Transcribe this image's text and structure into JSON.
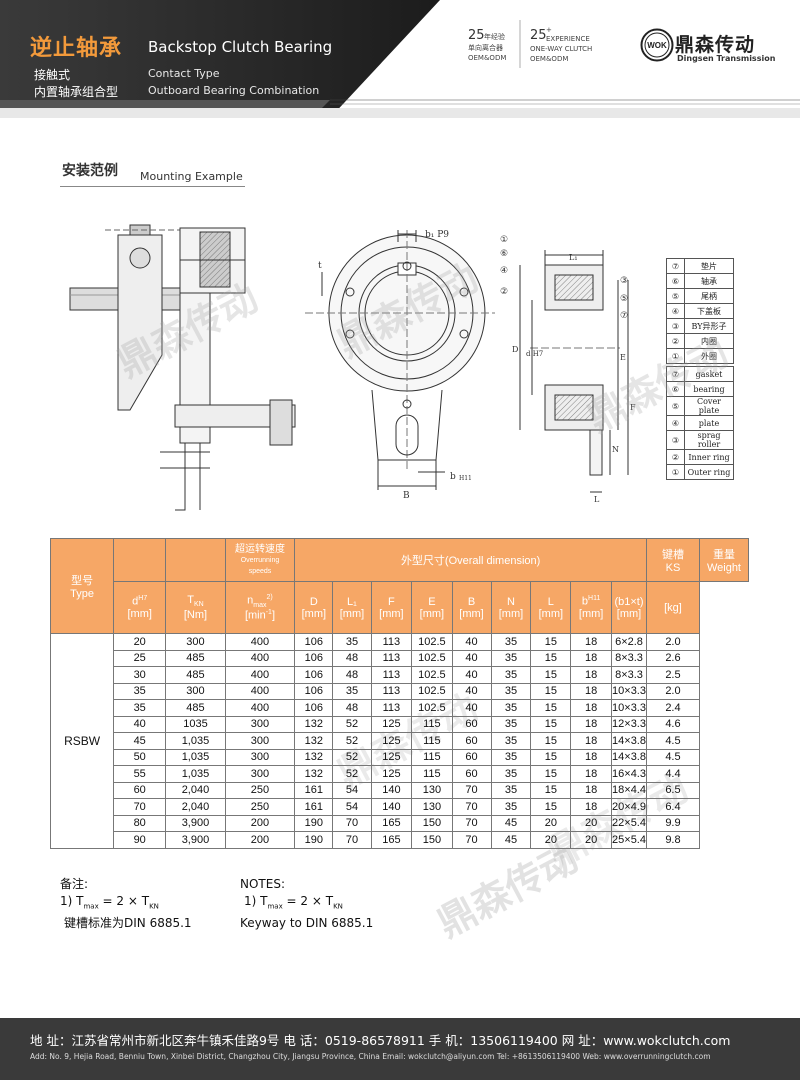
{
  "header": {
    "title_zh": "逆止轴承",
    "title_en": "Backstop Clutch Bearing",
    "sub1_zh": "接触式",
    "sub2_zh": "内置轴承组合型",
    "sub1_en": "Contact Type",
    "sub2_en": "Outboard Bearing Combination",
    "exp_zh_num": "25",
    "exp_zh_l1": "年经验",
    "exp_zh_l2": "单向离合器",
    "exp_zh_l3": "OEM&ODM",
    "exp_en_num": "25",
    "exp_en_plus": "+",
    "exp_en_l1": "EXPERIENCE",
    "exp_en_l2": "ONE-WAY CLUTCH",
    "exp_en_l3": "OEM&ODM",
    "logo_badge": "WOK",
    "logo_zh": "鼎森传动",
    "logo_en": "Dingsen Transmission"
  },
  "section": {
    "title_zh": "安装范例",
    "title_en": "Mounting Example"
  },
  "drawing_labels": {
    "b1p9": "b₁ P9",
    "t": "t",
    "b_h11": "b",
    "h11": "H11",
    "B": "B",
    "L1": "L₁",
    "D": "D",
    "d_h7": "d H7",
    "E": "E",
    "F": "F",
    "N": "N",
    "L": "L",
    "callouts": [
      "①",
      "⑥",
      "④",
      "②",
      "③",
      "⑤",
      "⑦"
    ]
  },
  "legend": {
    "zh": [
      {
        "num": "⑦",
        "text": "垫片"
      },
      {
        "num": "⑥",
        "text": "轴承"
      },
      {
        "num": "⑤",
        "text": "尾柄"
      },
      {
        "num": "④",
        "text": "下盖板"
      },
      {
        "num": "③",
        "text": "BY异形子"
      },
      {
        "num": "②",
        "text": "内圈"
      },
      {
        "num": "①",
        "text": "外圈"
      }
    ],
    "en": [
      {
        "num": "⑦",
        "text": "gasket"
      },
      {
        "num": "⑥",
        "text": "bearing"
      },
      {
        "num": "⑤",
        "text": "Cover plate"
      },
      {
        "num": "④",
        "text": "plate"
      },
      {
        "num": "③",
        "text": "sprag roller"
      },
      {
        "num": "②",
        "text": "Inner ring"
      },
      {
        "num": "①",
        "text": "Outer ring"
      }
    ]
  },
  "table": {
    "h_model_zh": "型号",
    "h_model_en": "Type",
    "h_speed_zh": "超运转速度",
    "h_speed_en1": "Overrunning",
    "h_speed_en2": "speeds",
    "h_dim": "外型尺寸(Overall dimension)",
    "h_key_zh": "键槽",
    "h_key_en": "KS",
    "h_weight_zh": "重量",
    "h_weight_en": "Weight",
    "h_d": "d",
    "h_d_sup": "H7",
    "h_tkn": "T",
    "h_tkn_sub": "KN",
    "h_nmax": "n",
    "h_nmax_sub": "max",
    "h_nmax_sup": "2)",
    "h_D": "D",
    "h_L1": "L₁",
    "h_F": "F",
    "h_E": "E",
    "h_B": "B",
    "h_N": "N",
    "h_L": "L",
    "h_b": "b",
    "h_b_sup": "H11",
    "h_ks": "(b1×t)",
    "h_kg": "[kg]",
    "u_mm": "[mm]",
    "u_nm": "[Nm]",
    "u_min": "[min",
    "u_min_sup": "-1",
    "u_min_end": "]",
    "model": "RSBW",
    "rows": [
      [
        "20",
        "300",
        "400",
        "106",
        "35",
        "113",
        "102.5",
        "40",
        "35",
        "15",
        "18",
        "6×2.8",
        "2.0"
      ],
      [
        "25",
        "485",
        "400",
        "106",
        "48",
        "113",
        "102.5",
        "40",
        "35",
        "15",
        "18",
        "8×3.3",
        "2.6"
      ],
      [
        "30",
        "485",
        "400",
        "106",
        "48",
        "113",
        "102.5",
        "40",
        "35",
        "15",
        "18",
        "8×3.3",
        "2.5"
      ],
      [
        "35",
        "300",
        "400",
        "106",
        "35",
        "113",
        "102.5",
        "40",
        "35",
        "15",
        "18",
        "10×3.3",
        "2.0"
      ],
      [
        "35",
        "485",
        "400",
        "106",
        "48",
        "113",
        "102.5",
        "40",
        "35",
        "15",
        "18",
        "10×3.3",
        "2.4"
      ],
      [
        "40",
        "1035",
        "300",
        "132",
        "52",
        "125",
        "115",
        "60",
        "35",
        "15",
        "18",
        "12×3.3",
        "4.6"
      ],
      [
        "45",
        "1,035",
        "300",
        "132",
        "52",
        "125",
        "115",
        "60",
        "35",
        "15",
        "18",
        "14×3.8",
        "4.5"
      ],
      [
        "50",
        "1,035",
        "300",
        "132",
        "52",
        "125",
        "115",
        "60",
        "35",
        "15",
        "18",
        "14×3.8",
        "4.5"
      ],
      [
        "55",
        "1,035",
        "300",
        "132",
        "52",
        "125",
        "115",
        "60",
        "35",
        "15",
        "18",
        "16×4.3",
        "4.4"
      ],
      [
        "60",
        "2,040",
        "250",
        "161",
        "54",
        "140",
        "130",
        "70",
        "35",
        "15",
        "18",
        "18×4.4",
        "6.5"
      ],
      [
        "70",
        "2,040",
        "250",
        "161",
        "54",
        "140",
        "130",
        "70",
        "35",
        "15",
        "18",
        "20×4.9",
        "6.4"
      ],
      [
        "80",
        "3,900",
        "200",
        "190",
        "70",
        "165",
        "150",
        "70",
        "45",
        "20",
        "20",
        "22×5.4",
        "9.9"
      ],
      [
        "90",
        "3,900",
        "200",
        "190",
        "70",
        "165",
        "150",
        "70",
        "45",
        "20",
        "20",
        "25×5.4",
        "9.8"
      ]
    ]
  },
  "notes": {
    "zh_title": "备注:",
    "zh_l1_a": "1) T",
    "zh_l1_sub1": "max",
    "zh_l1_b": " = 2 × T",
    "zh_l1_sub2": "KN",
    "zh_l2": "键槽标准为DIN 6885.1",
    "en_title": "NOTES:",
    "en_l1_a": "1) T",
    "en_l1_sub1": "max",
    "en_l1_b": " = 2 × T",
    "en_l1_sub2": "KN",
    "en_l2": "Keyway to DIN 6885.1"
  },
  "watermark": {
    "zh": "鼎森传动",
    "en": "Dingsen Transmission",
    "badge": "WOK"
  },
  "footer": {
    "line1": "地 址：江苏省常州市新北区奔牛镇禾佳路9号     电 话：0519-86578911     手 机：13506119400     网 址：www.wokclutch.com",
    "line2": "Add: No. 9, Hejia Road, Benniu Town, Xinbei District, Changzhou City, Jiangsu Province, China      Email: wokclutch@aliyun.com      Tel: +8613506119400   Web: www.overrunningclutch.com"
  },
  "colors": {
    "accent_orange": "#f39a3b",
    "table_header": "#f6a766",
    "dark_band": "#2b2b2b"
  }
}
